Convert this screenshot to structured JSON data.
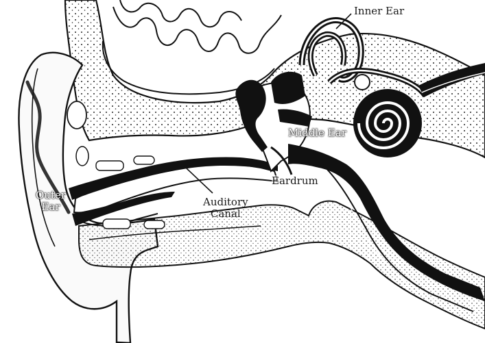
{
  "labels": {
    "inner_ear": "Inner Ear",
    "middle_ear": "Middle Ear",
    "eardrum": "Eardrum",
    "outer_ear_line1": "Outer",
    "outer_ear_line2": "Ear",
    "auditory_canal_line1": "Auditory",
    "auditory_canal_line2": "Canal"
  },
  "colors": {
    "ink": "#111111",
    "paper": "#ffffff",
    "bone": "#f3f3f3"
  }
}
